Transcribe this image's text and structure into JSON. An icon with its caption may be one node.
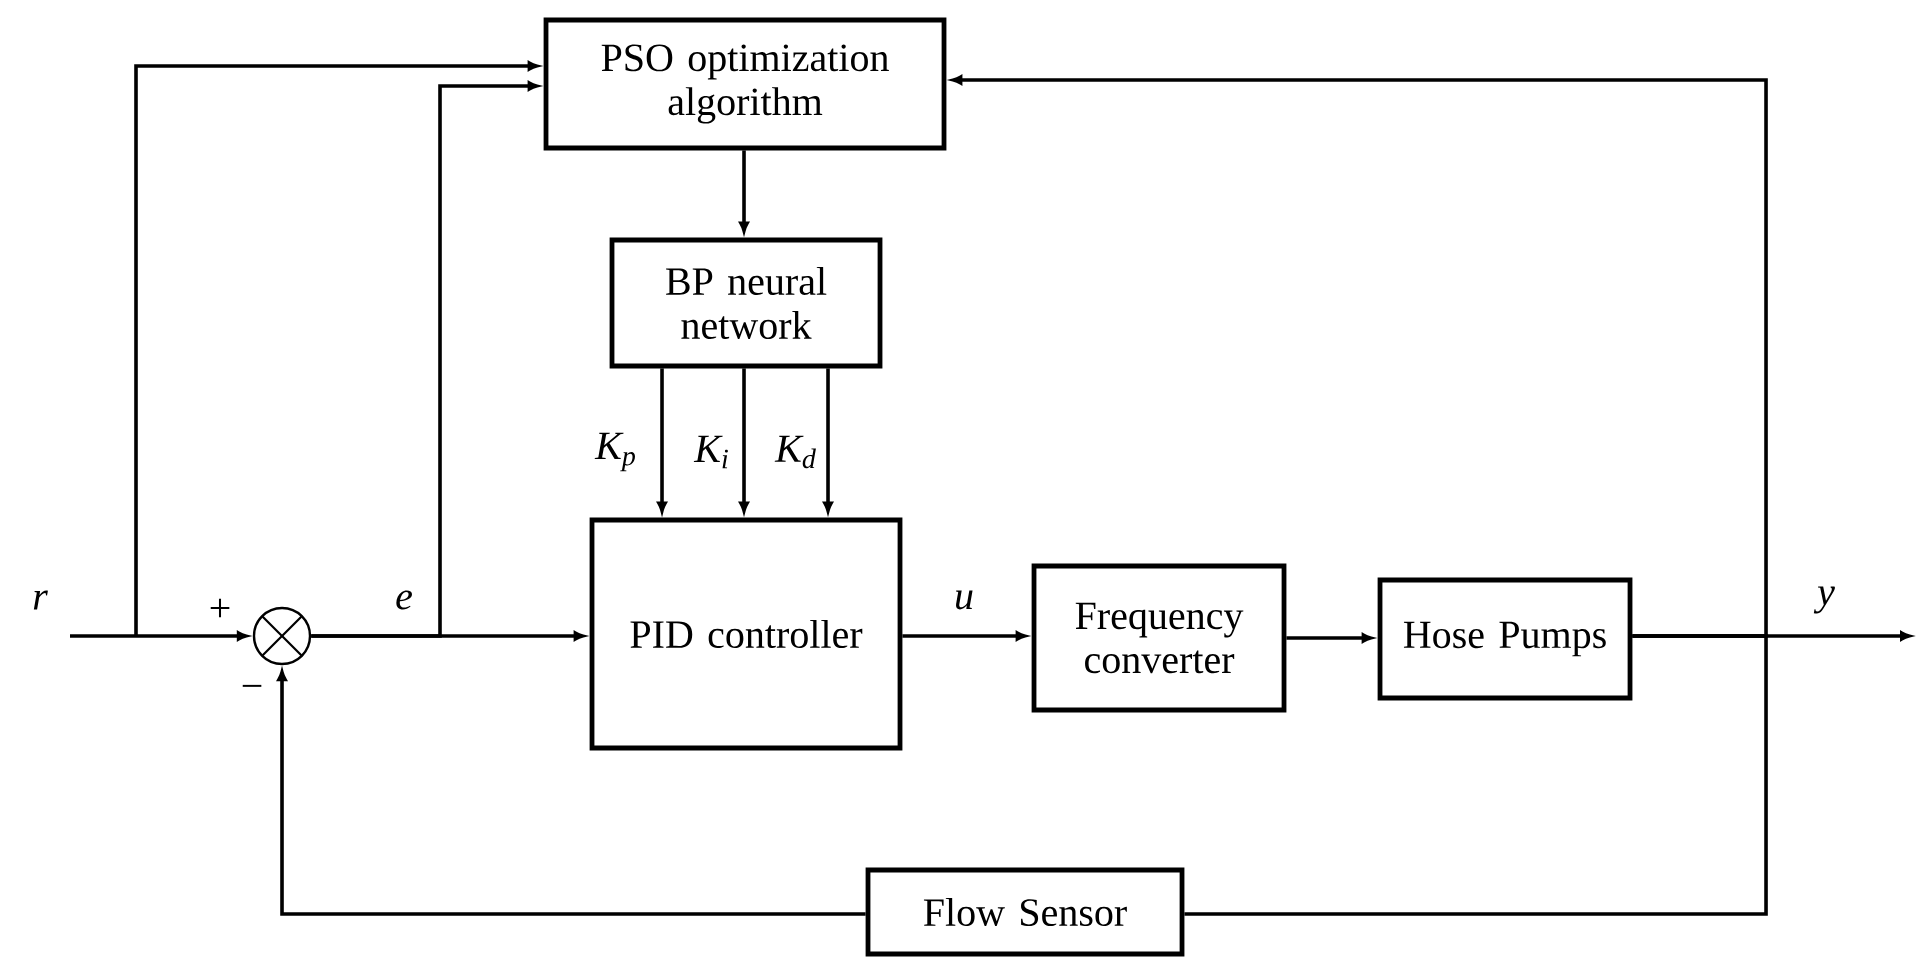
{
  "diagram": {
    "nodes": [
      {
        "text": [
          "PSO optimization algorithm"
        ]
      },
      {
        "text": [
          "BP neural network"
        ]
      },
      {
        "text": [],
        "shape": "circle"
      },
      {
        "text": [
          "PID controller"
        ]
      },
      {
        "text": [
          "Frequency converter"
        ]
      },
      {
        "text": [
          "Hose Pumps"
        ]
      },
      {
        "text": [
          "Flow Sensor"
        ]
      }
    ],
    "edges": [
      {
        "from": null,
        "to": 2,
        "arrow": "to",
        "label": "r"
      },
      {
        "from": 2,
        "to": 3,
        "arrow": "to",
        "label": "e"
      },
      {
        "from": 3,
        "to": 4,
        "arrow": "to",
        "label": "u"
      },
      {
        "from": 4,
        "to": 5,
        "arrow": "to"
      },
      {
        "from": 5,
        "to": null,
        "arrow": "to",
        "label": "y"
      },
      {
        "from": 5,
        "to": 6,
        "arrow": "none"
      },
      {
        "from": 6,
        "to": 2,
        "arrow": "to"
      },
      {
        "from": 5,
        "to": 0,
        "arrow": "to"
      },
      {
        "from": null,
        "to": 0,
        "arrow": "to"
      },
      {
        "from": 2,
        "to": 0,
        "arrow": "to"
      },
      {
        "from": 0,
        "to": 1,
        "arrow": "to"
      },
      {
        "from": 1,
        "to": 3,
        "arrow": "to",
        "label": "K$_{p}$"
      },
      {
        "from": 1,
        "to": 3,
        "arrow": "to",
        "label": "K$_{i}$"
      },
      {
        "from": 1,
        "to": 3,
        "arrow": "to",
        "label": "K$_{d}$"
      }
    ],
    "labels": [
      "+",
      "−"
    ]
  }
}
